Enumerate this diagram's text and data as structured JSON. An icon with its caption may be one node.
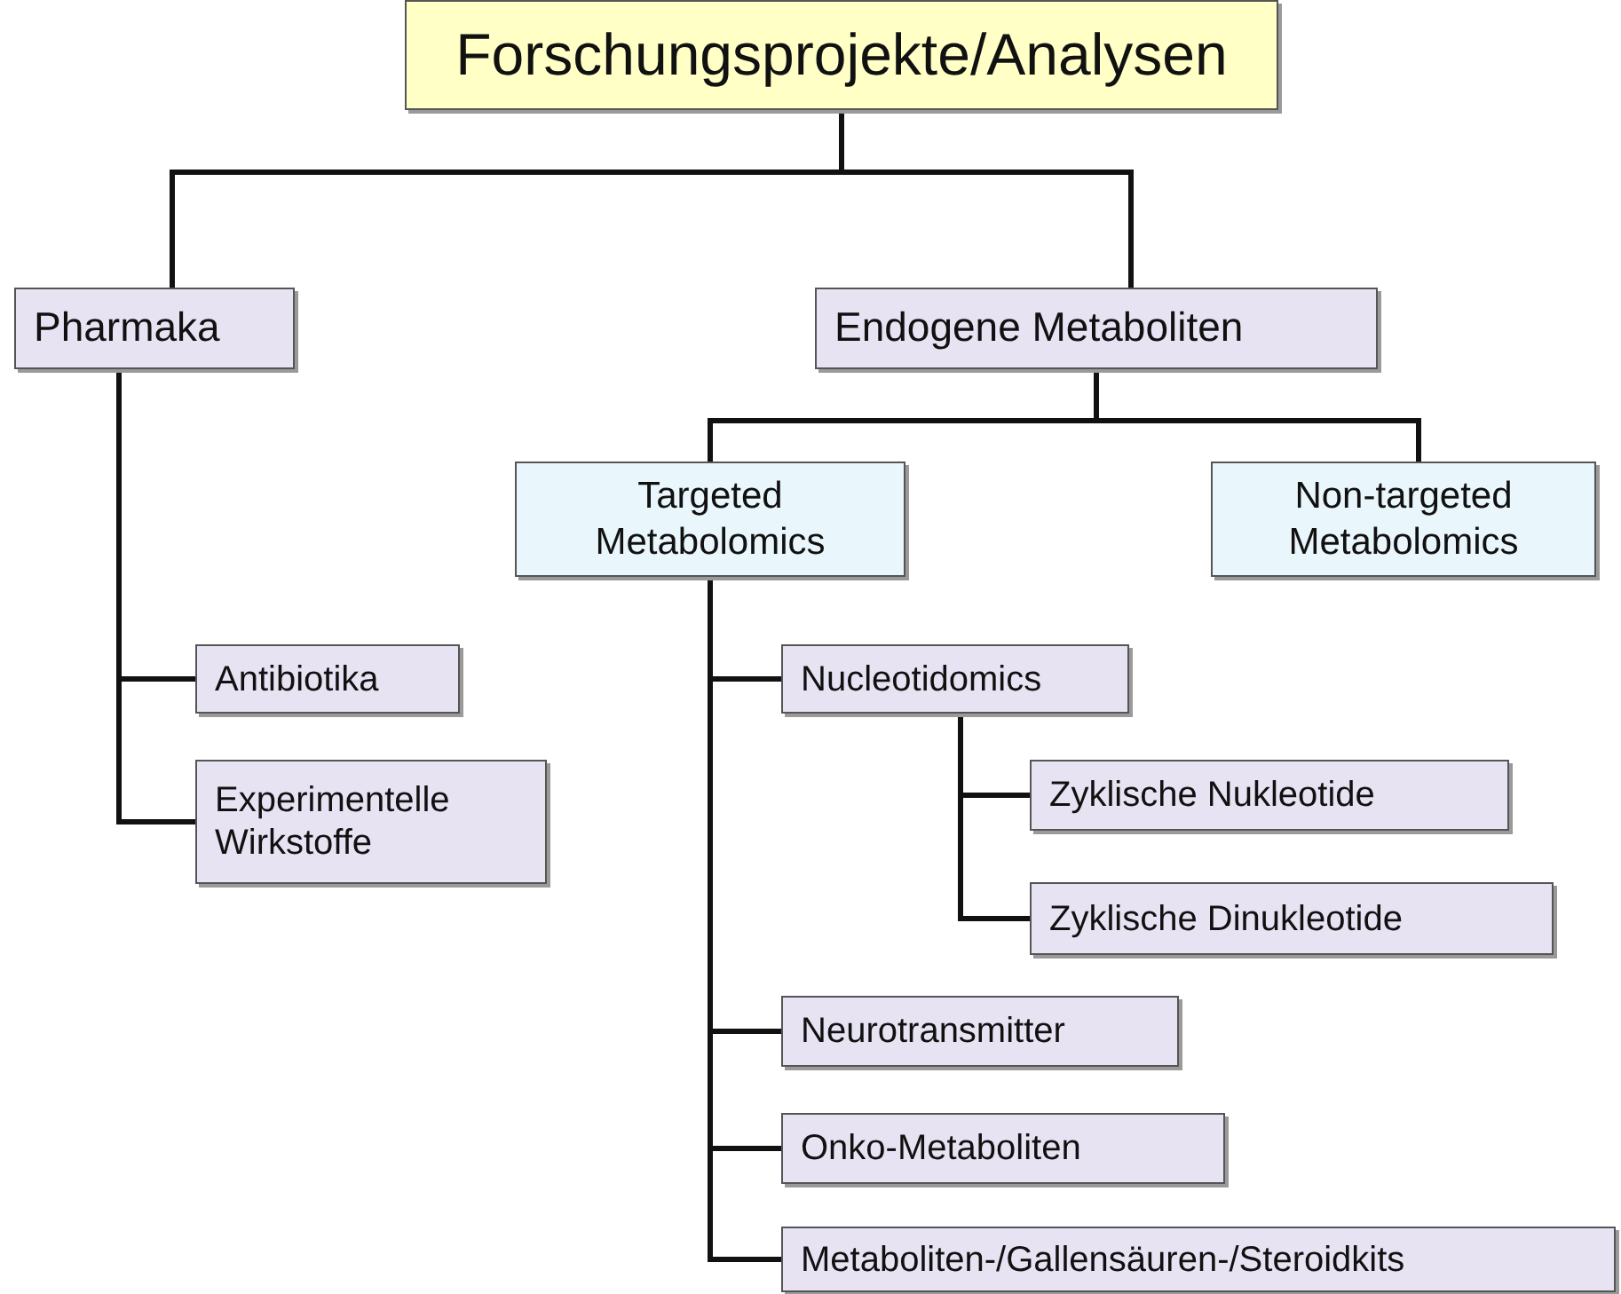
{
  "diagram": {
    "nodes": [
      {
        "text": [
          "Forschungsprojekte/Analysen"
        ]
      },
      {
        "text": [
          "Pharmaka"
        ]
      },
      {
        "text": [
          "Endogene Metaboliten"
        ]
      },
      {
        "text": [
          "Targeted Metabolomics"
        ]
      },
      {
        "text": [
          "Non-targeted Metabolomics"
        ]
      },
      {
        "text": [
          "Antibiotika"
        ]
      },
      {
        "text": [
          "Experimentelle Wirkstoffe"
        ]
      },
      {
        "text": [
          "Nucleotidomics"
        ]
      },
      {
        "text": [
          "Zyklische Nukleotide"
        ]
      },
      {
        "text": [
          "Zyklische Dinukleotide"
        ]
      },
      {
        "text": [
          "Neurotransmitter"
        ]
      },
      {
        "text": [
          "Onko-Metaboliten"
        ]
      },
      {
        "text": [
          "Metaboliten-/Gallensäuren-/Steroidkits"
        ]
      }
    ],
    "edges": [
      {
        "from": 0,
        "to": 1,
        "arrow": "none"
      },
      {
        "from": 0,
        "to": 2,
        "arrow": "none"
      },
      {
        "from": 1,
        "to": 5,
        "arrow": "none"
      },
      {
        "from": 1,
        "to": 6,
        "arrow": "none"
      },
      {
        "from": 2,
        "to": 3,
        "arrow": "none"
      },
      {
        "from": 2,
        "to": 4,
        "arrow": "none"
      },
      {
        "from": 3,
        "to": 7,
        "arrow": "none"
      },
      {
        "from": 7,
        "to": 8,
        "arrow": "none"
      },
      {
        "from": 7,
        "to": 9,
        "arrow": "none"
      },
      {
        "from": 3,
        "to": 10,
        "arrow": "none"
      },
      {
        "from": 3,
        "to": 11,
        "arrow": "none"
      },
      {
        "from": 3,
        "to": 12,
        "arrow": "none"
      }
    ]
  }
}
